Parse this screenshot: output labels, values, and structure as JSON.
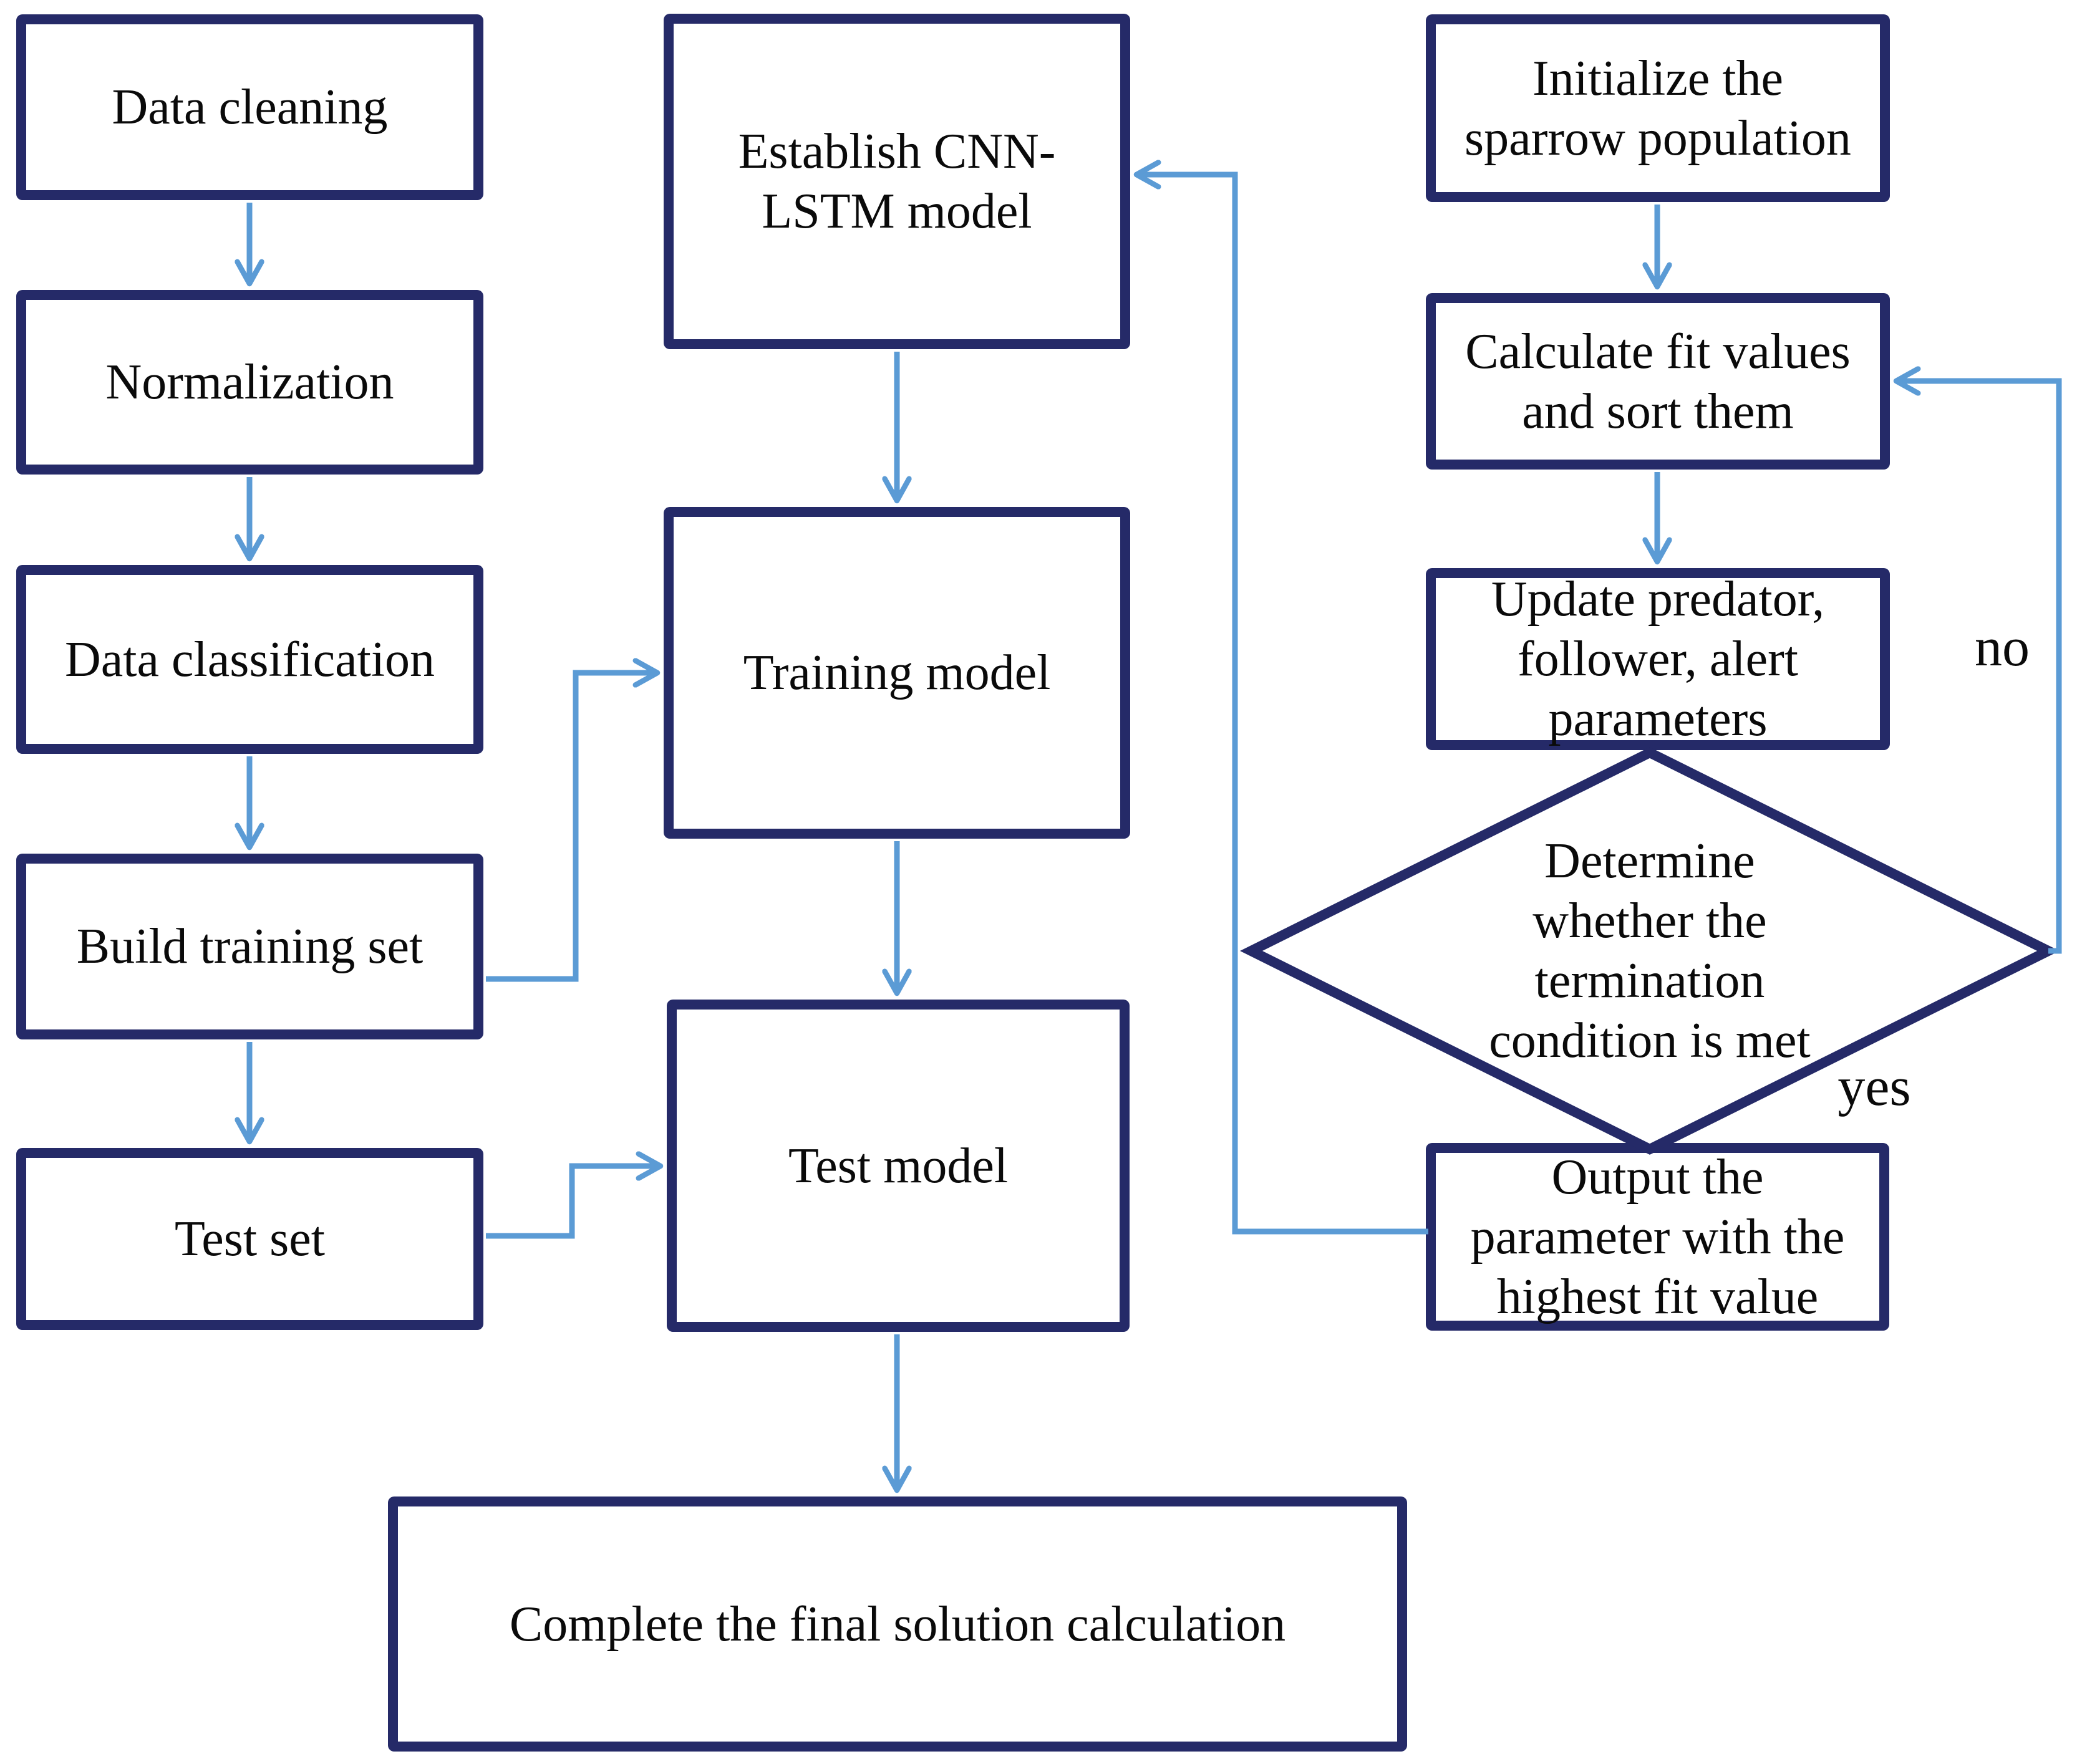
{
  "diagram": {
    "colors": {
      "box_border": "#252a68",
      "arrow": "#5b9bd5",
      "text": "#0a0a0a",
      "background": "#ffffff"
    },
    "nodes": {
      "data_cleaning": {
        "label": "Data cleaning"
      },
      "normalization": {
        "label": "Normalization"
      },
      "data_classification": {
        "label": "Data classification"
      },
      "build_training_set": {
        "label": "Build training set"
      },
      "test_set": {
        "label": "Test set"
      },
      "establish_model": {
        "label": "Establish CNN-\nLSTM model"
      },
      "training_model": {
        "label": "Training model"
      },
      "test_model": {
        "label": "Test model"
      },
      "complete_final": {
        "label": "Complete the final solution calculation"
      },
      "initialize_population": {
        "label": "Initialize the\nsparrow population"
      },
      "calculate_fit": {
        "label": "Calculate fit values\nand sort them"
      },
      "update_parameters": {
        "label": "Update predator,\nfollower, alert\nparameters"
      },
      "termination_decision": {
        "label": "Determine\nwhether the\ntermination\ncondition is met"
      },
      "output_parameter": {
        "label": "Output the\nparameter with the\nhighest fit value"
      }
    },
    "edge_labels": {
      "no": "no",
      "yes": "yes"
    }
  }
}
